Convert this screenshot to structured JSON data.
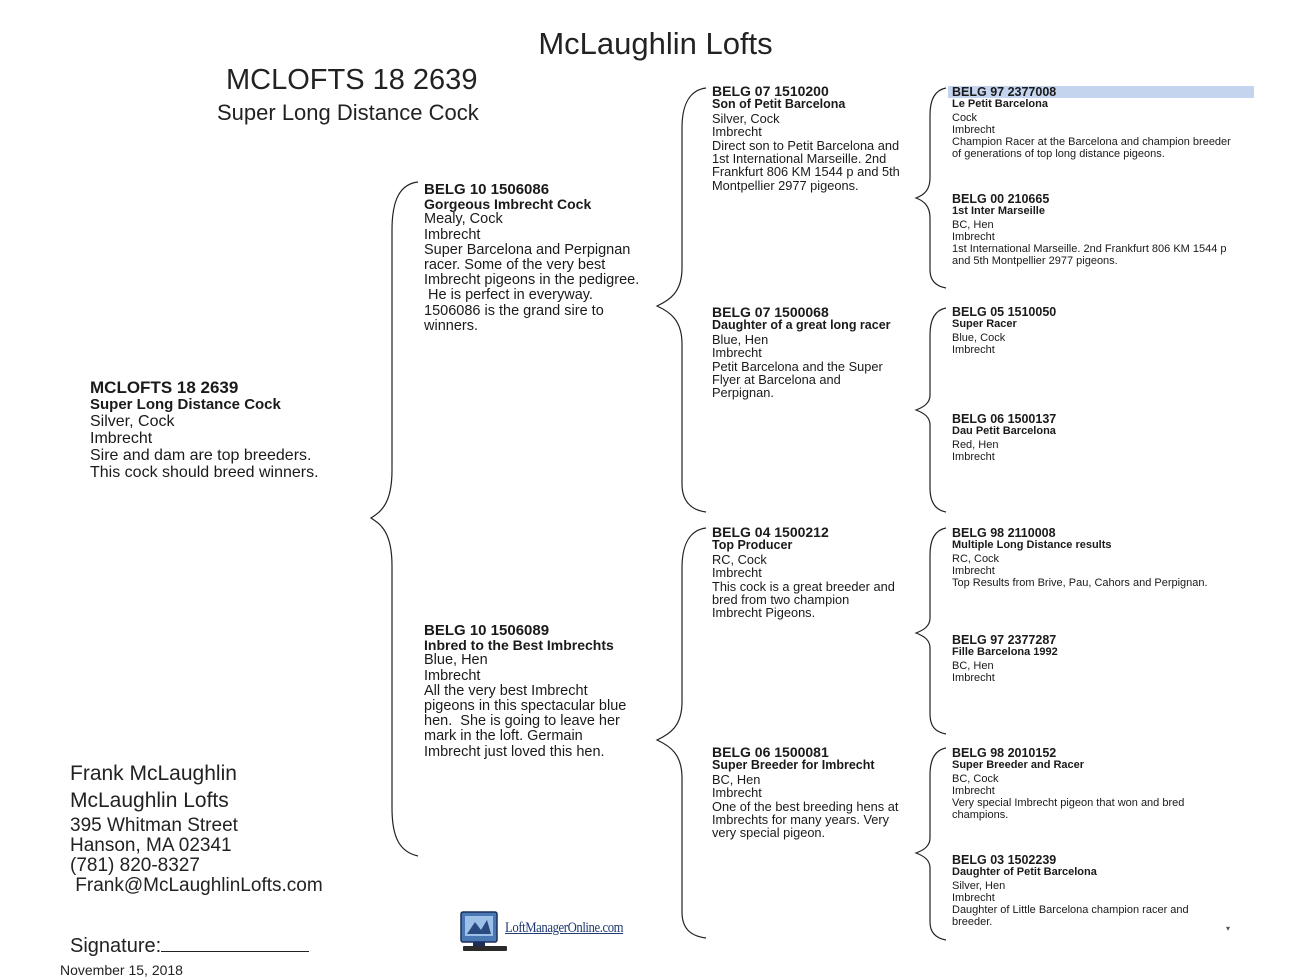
{
  "header": {
    "loft": "McLaughlin Lofts",
    "bird_id": "MCLOFTS 18 2639",
    "bird_desc": "Super Long Distance Cock"
  },
  "pedigree": {
    "subject": {
      "ring": "MCLOFTS 18 2639",
      "name": "Super Long Distance Cock",
      "lines": [
        "Silver, Cock",
        "Imbrecht",
        "Sire and dam are top breeders.",
        "This cock should breed winners."
      ]
    },
    "sire": {
      "ring": "BELG 10 1506086",
      "name": "Gorgeous Imbrecht Cock",
      "lines": [
        "Mealy, Cock",
        "Imbrecht",
        "Super Barcelona and Perpignan",
        "racer. Some of the very best",
        "Imbrecht pigeons in the pedigree.",
        " He is perfect in everyway.",
        "1506086 is the grand sire to",
        "winners."
      ]
    },
    "dam": {
      "ring": "BELG 10 1506089",
      "name": "Inbred to the Best Imbrechts",
      "lines": [
        "Blue, Hen",
        "Imbrecht",
        "All the very best Imbrecht",
        "pigeons in this spectacular blue",
        "hen.  She is going to leave her",
        "mark in the loft. Germain",
        "Imbrecht just loved this hen."
      ]
    },
    "ss": {
      "ring": "BELG 07 1510200",
      "name": "Son of Petit Barcelona",
      "lines": [
        "Silver, Cock",
        "Imbrecht",
        "Direct son to Petit Barcelona and",
        "1st International Marseille. 2nd",
        "Frankfurt 806 KM 1544 p and 5th",
        "Montpellier 2977 pigeons."
      ]
    },
    "sd": {
      "ring": "BELG 07 1500068",
      "name": "Daughter of a great long racer",
      "lines": [
        "Blue, Hen",
        "Imbrecht",
        "Petit Barcelona and the Super",
        "Flyer at Barcelona and",
        "Perpignan."
      ]
    },
    "ds": {
      "ring": "BELG 04 1500212",
      "name": "Top Producer",
      "lines": [
        "RC, Cock",
        "Imbrecht",
        "This cock is a great breeder and",
        "bred from two champion",
        "Imbrecht Pigeons."
      ]
    },
    "dd": {
      "ring": "BELG 06 1500081",
      "name": "Super Breeder for Imbrecht",
      "lines": [
        "BC, Hen",
        "Imbrecht",
        "One of the best breeding hens at",
        "Imbrechts for many years. Very",
        "very special pigeon."
      ]
    },
    "sss": {
      "ring": "BELG 97 2377008",
      "name": "Le Petit Barcelona",
      "lines": [
        "Cock",
        "Imbrecht",
        "Champion Racer at the Barcelona and champion breeder",
        "of generations of top long distance pigeons."
      ]
    },
    "ssd": {
      "ring": "BELG 00 210665",
      "name": "1st Inter Marseille",
      "lines": [
        "BC, Hen",
        "Imbrecht",
        "1st International Marseille. 2nd Frankfurt 806 KM 1544 p",
        "and 5th Montpellier 2977 pigeons."
      ]
    },
    "sds": {
      "ring": "BELG 05 1510050",
      "name": "Super Racer",
      "lines": [
        "Blue, Cock",
        "Imbrecht"
      ]
    },
    "sdd": {
      "ring": "BELG 06 1500137",
      "name": "Dau Petit Barcelona",
      "lines": [
        "Red, Hen",
        "Imbrecht"
      ]
    },
    "dss": {
      "ring": "BELG 98 2110008",
      "name": "Multiple Long Distance results",
      "lines": [
        "RC, Cock",
        "Imbrecht",
        "Top Results from Brive, Pau, Cahors and Perpignan."
      ]
    },
    "dsd": {
      "ring": "BELG 97 2377287",
      "name": "Fille Barcelona 1992",
      "lines": [
        "BC, Hen",
        "Imbrecht"
      ]
    },
    "dds": {
      "ring": "BELG 98 2010152",
      "name": "Super Breeder and Racer",
      "lines": [
        "BC, Cock",
        "Imbrecht",
        "Very special Imbrecht pigeon that won and bred",
        "champions."
      ]
    },
    "ddd": {
      "ring": "BELG 03 1502239",
      "name": "Daughter of Petit Barcelona",
      "lines": [
        "Silver, Hen",
        "Imbrecht",
        "Daughter of Little Barcelona champion racer and",
        "breeder."
      ]
    }
  },
  "contact": {
    "owner": "Frank McLaughlin",
    "loft": "McLaughlin Lofts",
    "street": "395 Whitman Street",
    "city": "Hanson, MA 02341",
    "phone": "(781) 820-8327",
    "email": " Frank@McLaughlinLofts.com"
  },
  "signature_label": "Signature:",
  "date": "November 15, 2018",
  "logo_text": "LoftManagerOnline.com",
  "logo_icon": "computer-monitor-icon",
  "highlight_color": "#c4d4ef"
}
